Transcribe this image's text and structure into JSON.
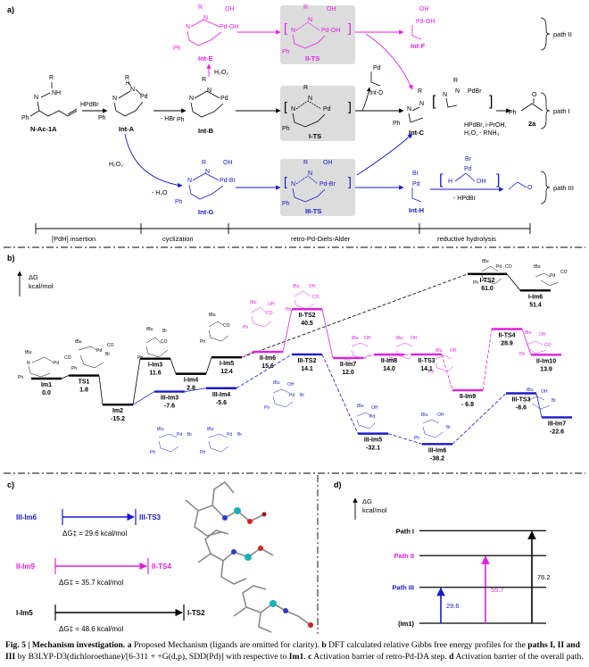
{
  "panel_a": {
    "panel_label": "a)",
    "species": {
      "n_ac_1a": {
        "label": "N-Ac-1A",
        "atom_r": "R",
        "atom_nh": "NH",
        "atom_n": "N",
        "atom_ph": "Ph"
      },
      "int_a": {
        "label": "Int-A",
        "atom_r": "R",
        "atom_n": "N",
        "atom_pd": "Pd",
        "atom_h": "H",
        "atom_ph": "Ph"
      },
      "int_b": {
        "label": "Int-B",
        "atom_r": "R",
        "atom_n": "N",
        "atom_pd": "Pd",
        "atom_ph": "Ph"
      },
      "int_e": {
        "label": "Int-E",
        "atom_r": "R",
        "atom_n": "N",
        "atom_pd": "Pd-OH",
        "atom_oh": "OH",
        "atom_ph": "Ph"
      },
      "int_g": {
        "label": "Int-G",
        "atom_r": "R",
        "atom_n": "N",
        "atom_pd": "Pd-Br",
        "atom_oh": "OH",
        "atom_ph": "Ph"
      },
      "int_c": {
        "label": "Int-C",
        "atom_r": "R",
        "atom_n": "N",
        "atom_ph": "Ph"
      },
      "int_d": {
        "label": "Int-D",
        "atom_pd": "Pd"
      },
      "int_f": {
        "label": "Int-F",
        "atom_pd": "Pd-OH",
        "atom_oh": "OH"
      },
      "int_h": {
        "label": "Int-H",
        "atom_br": "Br",
        "atom_pd": "Pd"
      },
      "ii_ts": {
        "label": "II-TS",
        "atom_r": "R",
        "atom_n": "N",
        "atom_pd": "Pd-OH",
        "atom_oh": "OH",
        "atom_ph": "Ph"
      },
      "i_ts": {
        "label": "I-TS",
        "atom_r": "R",
        "atom_n": "N",
        "atom_pd": "Pd",
        "atom_ph": "Ph"
      },
      "iii_ts": {
        "label": "III-TS",
        "atom_r": "R",
        "atom_n": "N",
        "atom_pd": "Pd-Br",
        "atom_oh": "OH",
        "atom_ph": "Ph"
      },
      "product_2a": {
        "label": "2a",
        "atom_o": "O",
        "atom_ph": "Ph"
      },
      "pdbr_adduct": {
        "atom_r": "R",
        "atom_n": "N",
        "atom_pd": "PdBr"
      },
      "h_pd_oh": {
        "atom_br": "Br",
        "atom_pd": "Pd",
        "atom_h": "H",
        "atom_oh": "OH"
      },
      "aldehyde": {
        "atom_o": "O"
      }
    },
    "reagents": {
      "hpdbr": "HPdBr",
      "minus_hbr": "- HBr",
      "h2o2_up": "H₂O₂",
      "h2o2_down": "H₂O₂",
      "minus_h2o": "- H₂O",
      "hydrolysis_1": "HPdBr, i-PrOH,",
      "hydrolysis_2": "H₂O, - RNH₃",
      "minus_hpdbr": "- HPdBr"
    },
    "paths": {
      "path_ii": "path II",
      "path_i": "path I",
      "path_iii": "path III"
    },
    "stages": [
      "[PdH] insertion",
      "cyclization",
      "retro-Pd-Diels-Alder",
      "reductive hydrolysis"
    ]
  },
  "panel_b": {
    "panel_label": "b)",
    "axis_label_1": "ΔG",
    "axis_label_2": "kcal/mol",
    "ligand_tBu": "tBu",
    "ligand_co": "CO",
    "ligand_br": "Br",
    "ligand_oh": "OH",
    "ligand_ph": "Ph",
    "ligand_pd": "Pd",
    "ligand_n": "N"
  },
  "panel_c": {
    "panel_label": "c)",
    "rows": [
      {
        "from": "III-Im6",
        "to": "III-TS3",
        "barrier": "ΔG‡ = 29.6 kcal/mol",
        "color": "#1a1acc"
      },
      {
        "from": "II-Im9",
        "to": "II-TS4",
        "barrier": "ΔG‡ = 35.7 kcal/mol",
        "color": "#e020e0"
      },
      {
        "from": "I-Im5",
        "to": "I-TS2",
        "barrier": "ΔG‡ = 48.6 kcal/mol",
        "color": "#000000"
      }
    ]
  },
  "panel_d": {
    "panel_label": "d)",
    "axis_label_1": "ΔG",
    "axis_label_2": "kcal/mol",
    "reference": "(Im1)",
    "levels": [
      {
        "name": "Path I",
        "value": "76.2",
        "barrier": 76.2,
        "color": "#000000"
      },
      {
        "name": "Path II",
        "value": "55.7",
        "barrier": 55.7,
        "color": "#e020e0"
      },
      {
        "name": "Path III",
        "value": "29.6",
        "barrier": 29.6,
        "color": "#1a1acc"
      }
    ]
  },
  "chart_data": {
    "type": "line",
    "colors": {
      "path_I": "#000000",
      "path_II": "#e020e0",
      "path_III": "#1a1acc"
    },
    "states": [
      {
        "name": "Im1",
        "value": "0.0",
        "g": 0.0,
        "path": "common"
      },
      {
        "name": "TS1",
        "value": "1.8",
        "g": 1.8,
        "path": "common"
      },
      {
        "name": "Im2",
        "value": "-15.2",
        "g": -15.2,
        "path": "common"
      },
      {
        "name": "I-Im3",
        "value": "11.6",
        "g": 11.6,
        "path": "I"
      },
      {
        "name": "I-Im4",
        "value": "2.8",
        "g": 2.8,
        "path": "I"
      },
      {
        "name": "I-Im5",
        "value": "12.4",
        "g": 12.4,
        "path": "I"
      },
      {
        "name": "I-TS2",
        "value": "61.0",
        "g": 61.0,
        "path": "I"
      },
      {
        "name": "I-Im6",
        "value": "51.4",
        "g": 51.4,
        "path": "I"
      },
      {
        "name": "II-Im6",
        "value": "15.6",
        "g": 15.6,
        "path": "II"
      },
      {
        "name": "II-TS2",
        "value": "40.5",
        "g": 40.5,
        "path": "II"
      },
      {
        "name": "II-Im7",
        "value": "12.0",
        "g": 12.0,
        "path": "II"
      },
      {
        "name": "II-Im8",
        "value": "14.0",
        "g": 14.0,
        "path": "II"
      },
      {
        "name": "II-TS3",
        "value": "14.1",
        "g": 14.1,
        "path": "II"
      },
      {
        "name": "II-Im9",
        "value": "- 6.8",
        "g": -6.8,
        "path": "II"
      },
      {
        "name": "II-TS4",
        "value": "28.9",
        "g": 28.9,
        "path": "II"
      },
      {
        "name": "II-Im10",
        "value": "13.9",
        "g": 13.9,
        "path": "II"
      },
      {
        "name": "III-Im3",
        "value": "-7.6",
        "g": -7.6,
        "path": "III"
      },
      {
        "name": "III-Im4",
        "value": "-5.6",
        "g": -5.6,
        "path": "III"
      },
      {
        "name": "III-TS2",
        "value": "14.1",
        "g": 14.1,
        "path": "III"
      },
      {
        "name": "III-Im5",
        "value": "-32.1",
        "g": -32.1,
        "path": "III"
      },
      {
        "name": "III-Im6",
        "value": "-38.2",
        "g": -38.2,
        "path": "III"
      },
      {
        "name": "III-TS3",
        "value": "-8.6",
        "g": -8.6,
        "path": "III"
      },
      {
        "name": "III-Im7",
        "value": "-22.6",
        "g": -22.6,
        "path": "III"
      }
    ]
  },
  "caption": {
    "fig": "Fig. 5 | Mechanism investigation.",
    "part_a_key": "a",
    "part_a": " Proposed Mechanism (ligands are omitted for clarity).",
    "part_b_key": "b",
    "part_b": " DFT calculated relative Gibbs free energy profiles for the ",
    "paths": "paths I, II and III",
    "part_b2": " by B3LYP-D3(dichloroethane)/[6-311 + +G(d,p), SDD(Pd)] with respective to ",
    "ref": "Im1",
    "part_b3": ". ",
    "part_c_key": "c",
    "part_c": " Activation barrier of retro-Pd-DA step. ",
    "part_d_key": "d",
    "part_d": " Activation barrier of the overall path."
  }
}
